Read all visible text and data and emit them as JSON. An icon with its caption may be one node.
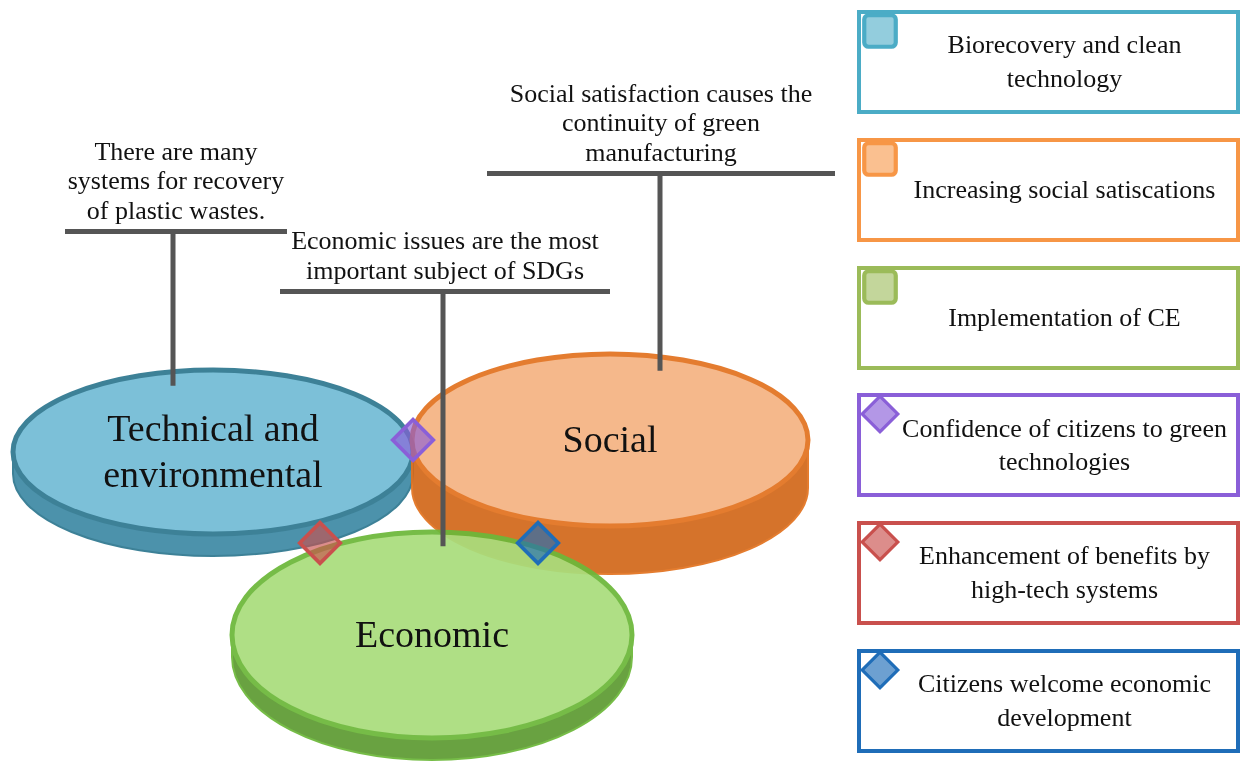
{
  "diagram": {
    "nodes": [
      {
        "text": [
          "Technical and environmental"
        ]
      },
      {
        "text": [
          "Social"
        ]
      },
      {
        "text": [
          "Economic"
        ]
      },
      {
        "text": [
          "There are many systems for recovery of plastic wastes."
        ]
      },
      {
        "text": [
          "Economic issues are the most important subject of SDGs"
        ]
      },
      {
        "text": [
          "Social satisfaction causes the continuity of green manufacturing"
        ]
      }
    ],
    "edges": [
      {
        "from": 3,
        "to": 0,
        "arrow": "none"
      },
      {
        "from": 4,
        "to": 2,
        "arrow": "none"
      },
      {
        "from": 5,
        "to": 1,
        "arrow": "none"
      }
    ],
    "legend": [
      {
        "text": "Biorecovery and clean technology",
        "color": "#4bacc6"
      },
      {
        "text": "Increasing social satiscations",
        "color": "#f79646"
      },
      {
        "text": "Implementation of CE",
        "color": "#9bbb59"
      },
      {
        "text": "Confidence of citizens to green technologies",
        "color": "#8a5fd8"
      },
      {
        "text": "Enhancement of benefits by high-tech systems",
        "color": "#c9504d"
      },
      {
        "text": "Citizens welcome economic development",
        "color": "#1f6db8"
      }
    ]
  }
}
